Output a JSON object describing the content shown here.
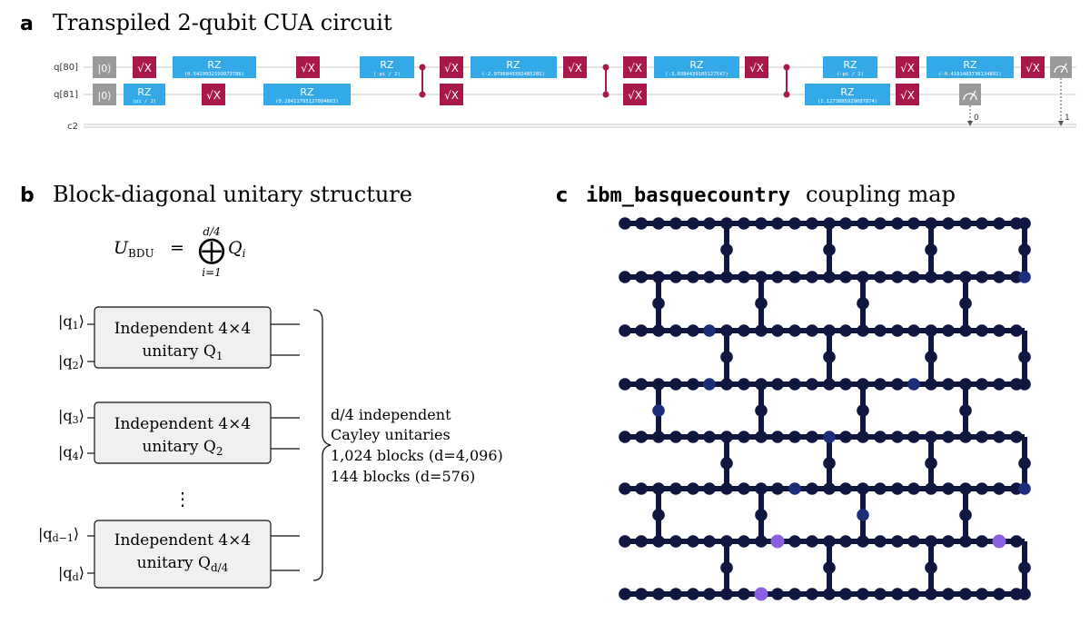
{
  "panel_a": {
    "letter": "a",
    "title": "Transpiled 2-qubit CUA circuit",
    "wires": [
      "q[80]",
      "q[81]",
      "c2"
    ],
    "reset_label": "|0⟩",
    "sx_label": "√X",
    "rz_label": "RZ",
    "rz_params_top": [
      "(0.5420932199973786)",
      "(-pi / 2)",
      "(-2.979684939248528S)",
      "(-3.0384439185127547)",
      "(-pi / 2)",
      "(-0.4191483736134891)"
    ],
    "rz_params_bottom": [
      "(pi / 2)",
      "(0.28411795127094663)",
      "(1.1273805929087874)"
    ],
    "meas_bits": [
      "0",
      "1"
    ]
  },
  "panel_b": {
    "letter": "b",
    "title": "Block-diagonal unitary structure",
    "eq": {
      "lhs": "U",
      "lhs_sub": "BDU",
      "eq": "=",
      "upper": "d/4",
      "lower": "i=1",
      "op": "⨁",
      "term": "Q",
      "term_sub": "i"
    },
    "blocks": [
      {
        "line1": "Independent 4×4",
        "line2": "unitary Q",
        "sub": "1",
        "in1": "|q",
        "in1_sub": "1",
        "in2": "|q",
        "in2_sub": "2"
      },
      {
        "line1": "Independent 4×4",
        "line2": "unitary Q",
        "sub": "2",
        "in1": "|q",
        "in1_sub": "3",
        "in2": "|q",
        "in2_sub": "4"
      },
      {
        "line1": "Independent 4×4",
        "line2": "unitary Q",
        "sub": "d/4",
        "in1": "|q",
        "in1_sub": "d−1",
        "in2": "|q",
        "in2_sub": "d"
      }
    ],
    "ellipsis": "⋮",
    "ket_close": "⟩",
    "brace_text": [
      "d/4 independent",
      "Cayley unitaries",
      "1,024 blocks (d=4,096)",
      "144 blocks (d=576)"
    ]
  },
  "panel_c": {
    "letter": "c",
    "title_code": "ibm_basquecountry",
    "title_rest": "coupling map",
    "colors": {
      "node": "#0f1640",
      "node_dark": "#1c2d7a",
      "node_purple": "#8a60e0",
      "edge": "#0f1640"
    }
  }
}
